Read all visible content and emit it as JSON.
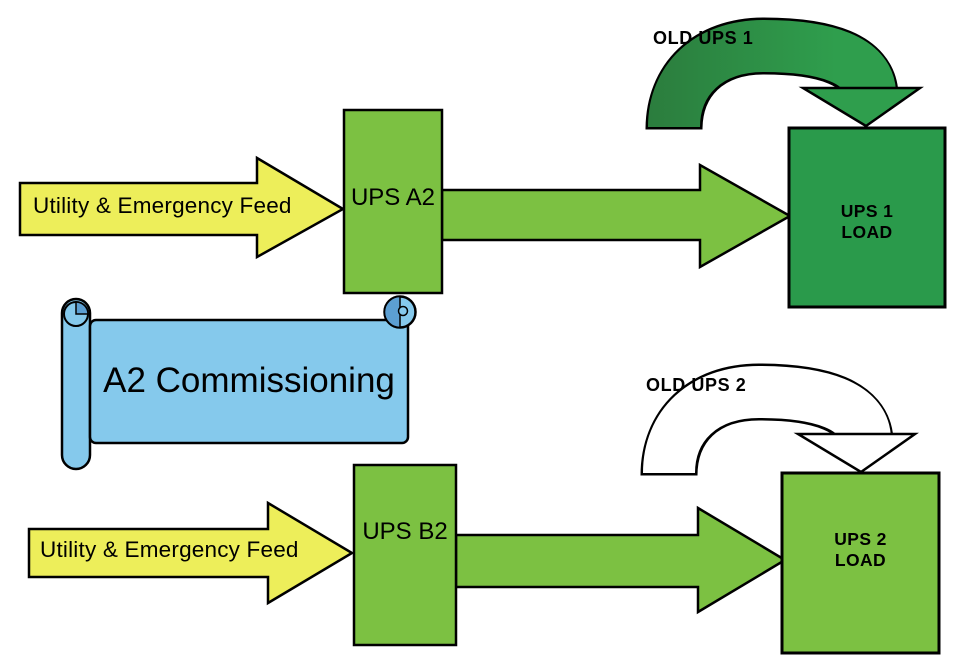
{
  "colors": {
    "background": "#FFFFFF",
    "outline": "#000000",
    "yellow": "#EDEE5A",
    "lime": "#7CC142",
    "dark_green": "#2A9A4B",
    "arch_dark_green": "#2B7C3D",
    "arch_bright_green": "#2F9E4D",
    "banner_blue": "#85C9EC",
    "banner_blue_dark": "#5C9FD2",
    "white": "#FFFFFF"
  },
  "banner": {
    "label": "A2 Commissioning"
  },
  "top_flow": {
    "feed_label": "Utility & Emergency Feed",
    "ups_label": "UPS A2",
    "load_line1": "UPS 1",
    "load_line2": "LOAD",
    "old_ups_label": "OLD UPS 1"
  },
  "bottom_flow": {
    "feed_label": "Utility & Emergency Feed",
    "ups_label": "UPS B2",
    "load_line1": "UPS 2",
    "load_line2": "LOAD",
    "old_ups_label": "OLD UPS 2"
  }
}
